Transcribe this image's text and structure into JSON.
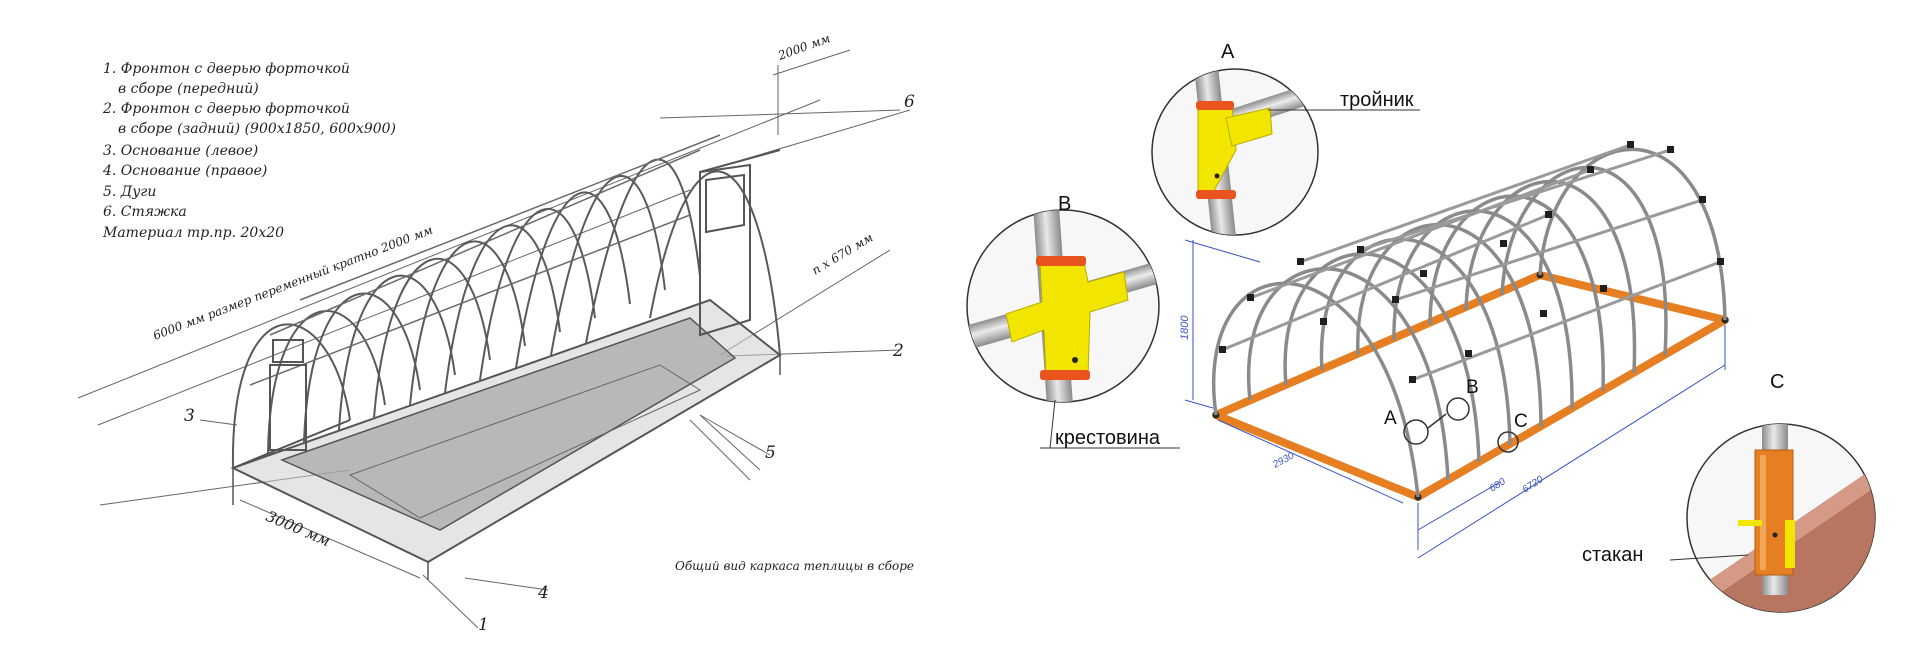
{
  "left_drawing": {
    "legend": [
      "1. Фронтон с дверью форточкой",
      "в сборе (передний)",
      "2. Фронтон с дверью форточкой",
      "в сборе (задний) (900х1850, 600х900)",
      "3. Основание (левое)",
      "4. Основание (правое)",
      "5. Дуги",
      "6. Стяжка",
      "Материал тр.пр. 20х20"
    ],
    "dim_height": "2000 мм",
    "dim_length": "6000 мм размер переменный кратно 2000 мм",
    "dim_pitch": "n x 670 мм",
    "dim_width": "3000 мм",
    "callouts": [
      "1",
      "2",
      "3",
      "4",
      "5",
      "6"
    ],
    "caption": "Общий вид каркаса теплицы в сборе"
  },
  "right_drawing": {
    "detail_a": {
      "letter": "A",
      "label": "тройник"
    },
    "detail_b": {
      "letter": "B",
      "label": "крестовина"
    },
    "detail_c": {
      "letter": "C",
      "label": "стакан"
    },
    "markers": [
      "A",
      "B",
      "C"
    ],
    "dim_height": "1800",
    "dim_width": "2930",
    "dim_pitch": "680",
    "dim_length": "6720",
    "colors": {
      "frame": "#e67e22",
      "fitting": "#f2e600",
      "pipe": "#c9c9c9",
      "clamp": "#e8531e",
      "dimension": "#3a52c4",
      "ground": "#b87560"
    }
  }
}
